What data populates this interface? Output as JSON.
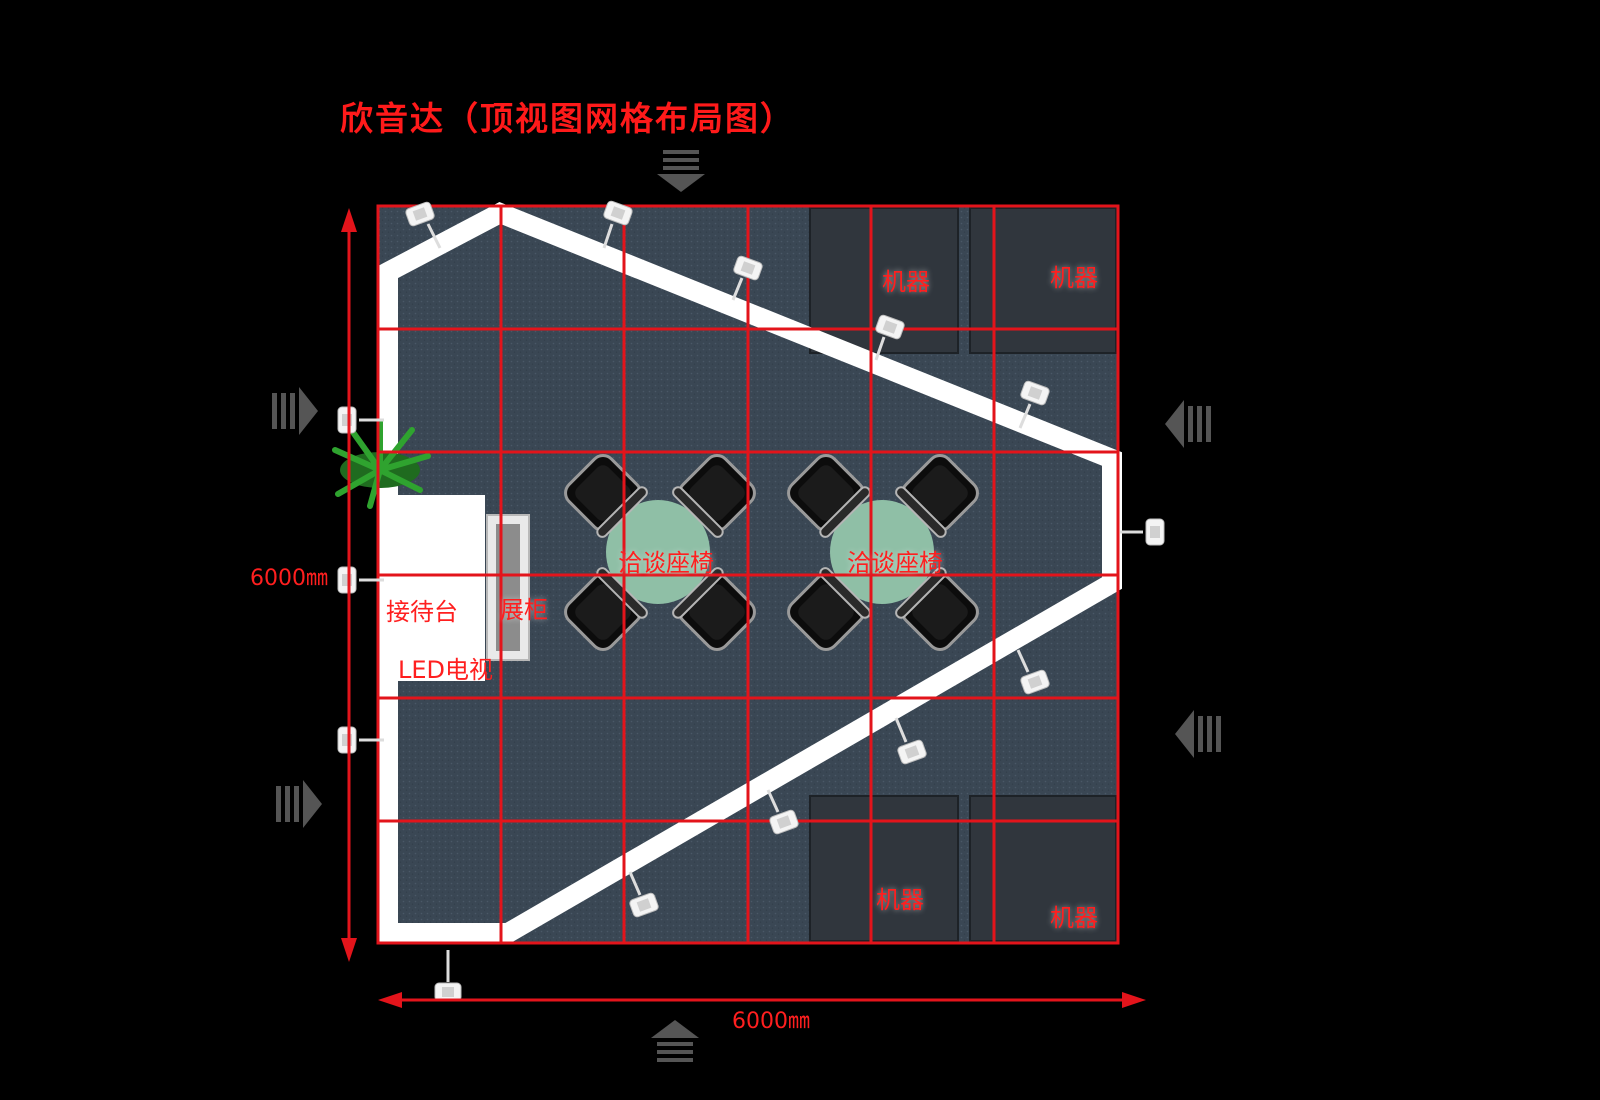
{
  "title": "欣音达（顶视图网格布局图）",
  "dimensions": {
    "height_label": "6000㎜",
    "width_label": "6000㎜"
  },
  "zones": {
    "reception_desk": "接待台",
    "led_tv": "LED电视",
    "display_cabinet": "展柜",
    "negotiation_seating": [
      "洽谈座椅",
      "洽谈座椅"
    ],
    "machines": [
      "机器",
      "机器",
      "机器",
      "机器"
    ]
  },
  "colors": {
    "grid": "#e3141b",
    "wall": "#ffffff",
    "carpet": "#3d4a57",
    "table": "#8fbfa6",
    "label": "#ff1f1f"
  },
  "icons": {
    "entry_arrow": "entry-arrow-icon",
    "spotlight": "spotlight-icon",
    "plant": "plant-icon",
    "chair": "chair-icon"
  }
}
